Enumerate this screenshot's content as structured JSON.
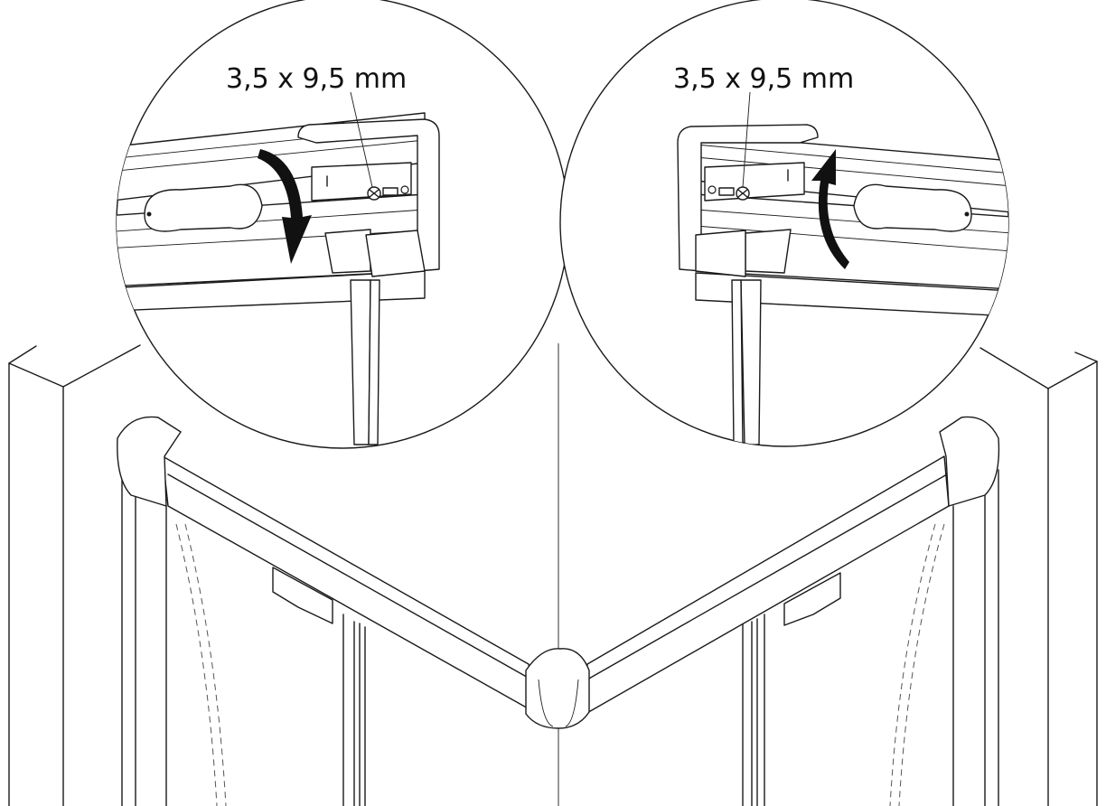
{
  "callouts": {
    "left_label": "3,5 x 9,5 mm",
    "right_label": "3,5 x 9,5 mm"
  },
  "arrows": {
    "left_direction": "clockwise-down",
    "right_direction": "counterclockwise-up"
  },
  "colors": {
    "line": "#1a1a1a",
    "background": "#ffffff",
    "arrow_fill": "#111111"
  }
}
